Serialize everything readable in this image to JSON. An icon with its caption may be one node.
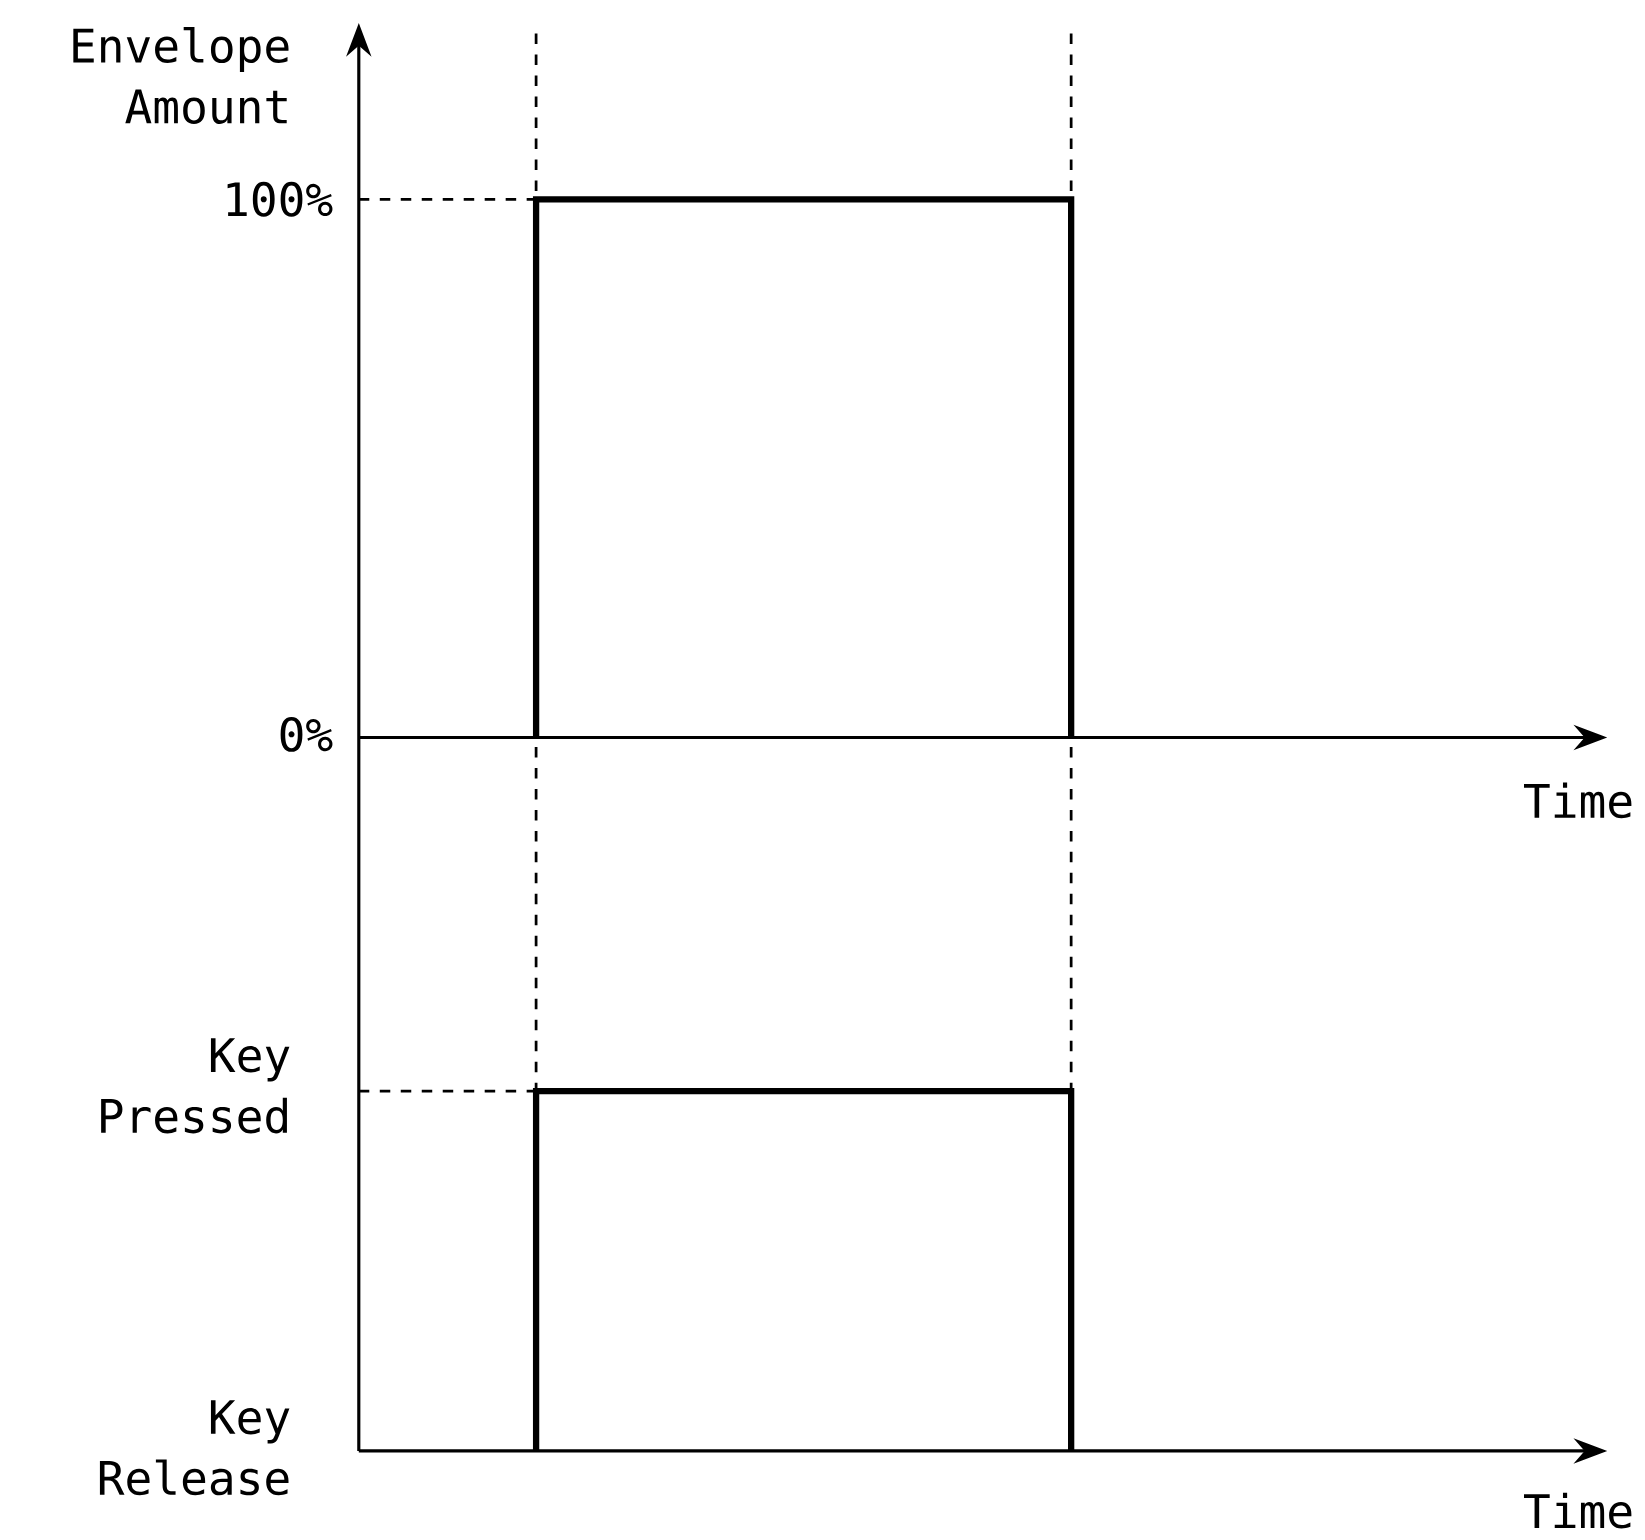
{
  "diagram": {
    "labels": [
      "Envelope Amount",
      "100%",
      "0%",
      "Time",
      "Key Pressed",
      "Key Release",
      "Time"
    ]
  }
}
